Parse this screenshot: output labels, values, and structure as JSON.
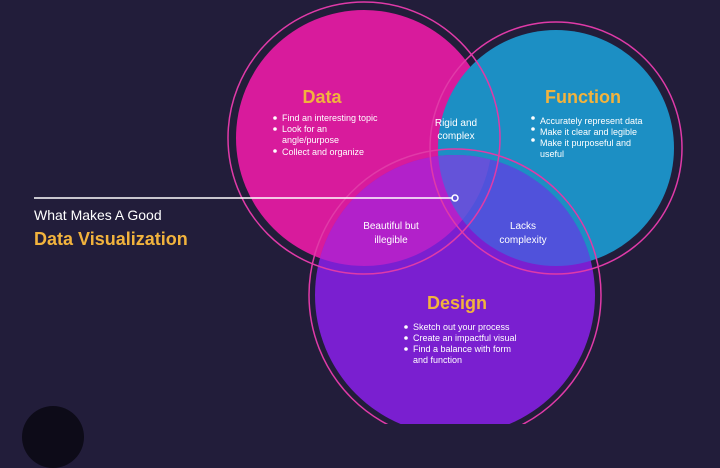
{
  "colors": {
    "background": "#221d3a",
    "data_circle": "#d81b9c",
    "function_circle": "#1c8fc4",
    "design_circle": "#7a1fd0",
    "heading": "#f2b33d",
    "body_text": "#ffffff",
    "outline": "#e03aa8"
  },
  "headline": {
    "line1": "What Makes A Good",
    "line2": "Data Visualization"
  },
  "data": {
    "title": "Data",
    "items": [
      "Find an interesting topic",
      "Look for an",
      "angle/purpose",
      "Collect and organize"
    ]
  },
  "function": {
    "title": "Function",
    "items": [
      "Accurately represent data",
      "Make it clear and legible",
      "Make it purposeful and",
      "useful"
    ]
  },
  "design": {
    "title": "Design",
    "items": [
      "Sketch out your process",
      "Create an impactful visual",
      "Find a balance with form",
      "and function"
    ]
  },
  "overlaps": {
    "data_function": [
      "Rigid and",
      "complex"
    ],
    "data_design": [
      "Beautiful but",
      "illegible"
    ],
    "function_design": [
      "Lacks",
      "complexity"
    ]
  }
}
